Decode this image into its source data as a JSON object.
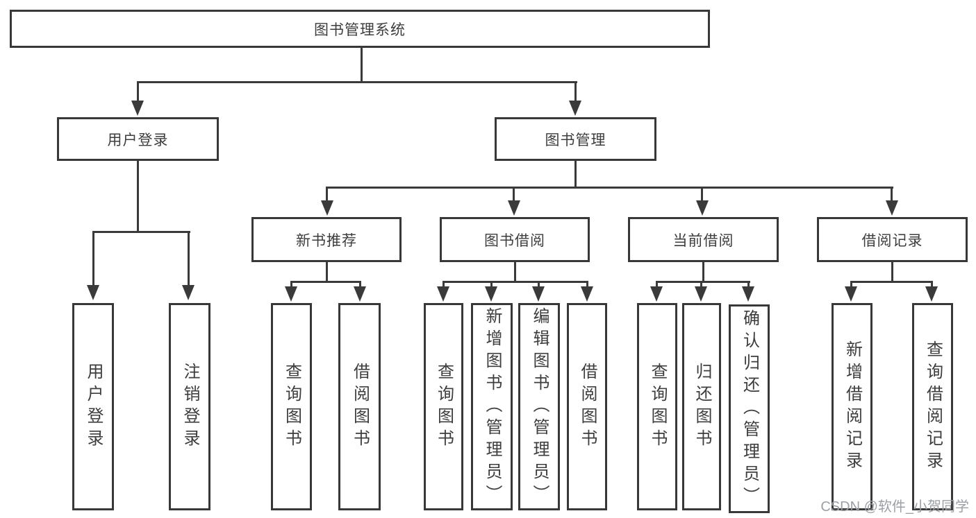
{
  "colors": {
    "background": "#ffffff",
    "box_border": "#383838",
    "connector_line": "#3a3a3a",
    "text": "#3d3d3d",
    "watermark": "#9ba0a6"
  },
  "root": {
    "label": "图书管理系统"
  },
  "level2": {
    "user_login": {
      "label": "用户登录"
    },
    "book_management": {
      "label": "图书管理"
    }
  },
  "level3": {
    "new_book_recommend": {
      "label": "新书推荐"
    },
    "book_borrowing": {
      "label": "图书借阅"
    },
    "current_borrowing": {
      "label": "当前借阅"
    },
    "borrowing_records": {
      "label": "借阅记录"
    }
  },
  "level4": {
    "user_login": {
      "login": "用户登录",
      "logout": "注销登录"
    },
    "new_book_recommend": {
      "query_books": "查询图书",
      "borrow_books": "借阅图书"
    },
    "book_borrowing": {
      "query_books": "查询图书",
      "add_books": "新增图书（管理员）",
      "edit_books": "编辑图书（管理员）",
      "borrow_books": "借阅图书"
    },
    "current_borrowing": {
      "query_books": "查询图书",
      "return_books": "归还图书",
      "confirm_return": "确认归还（管理员）"
    },
    "borrowing_records": {
      "add_record": "新增借阅记录",
      "query_record": "查询借阅记录"
    }
  },
  "watermark": {
    "text": "CSDN @软件_小贺同学"
  }
}
